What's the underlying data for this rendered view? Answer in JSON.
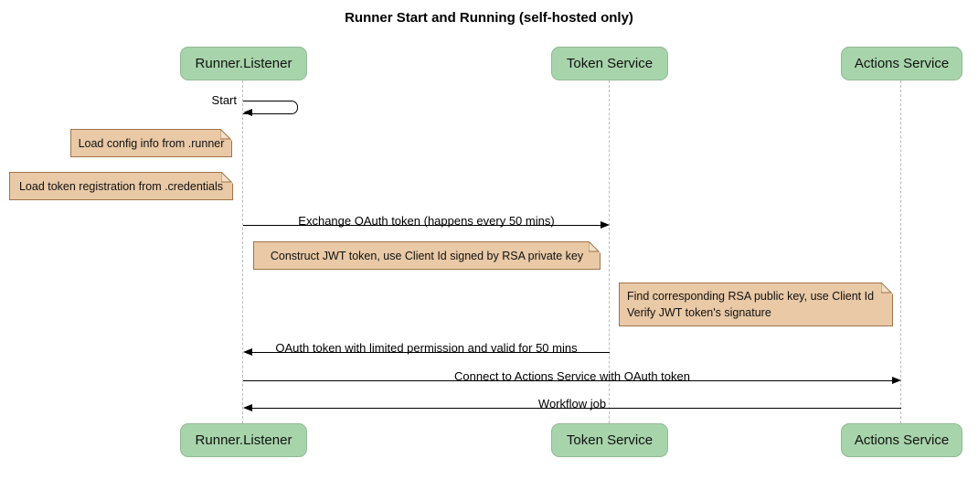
{
  "title": "Runner Start and Running (self-hosted only)",
  "participants": [
    {
      "label": "Runner.Listener"
    },
    {
      "label": "Token Service"
    },
    {
      "label": "Actions Service"
    }
  ],
  "messages": [
    {
      "label": "Start",
      "from": "Runner.Listener",
      "to": "Runner.Listener",
      "type": "self"
    },
    {
      "label": "Exchange OAuth token (happens every 50 mins)",
      "from": "Runner.Listener",
      "to": "Token Service",
      "type": "solid"
    },
    {
      "label": "OAuth token with limited permission and valid for 50 mins",
      "from": "Token Service",
      "to": "Runner.Listener",
      "type": "solid"
    },
    {
      "label": "Connect to Actions Service with OAuth token",
      "from": "Runner.Listener",
      "to": "Actions Service",
      "type": "solid"
    },
    {
      "label": "Workflow job",
      "from": "Actions Service",
      "to": "Runner.Listener",
      "type": "solid"
    }
  ],
  "notes": [
    {
      "lines": [
        "Load config info from .runner"
      ],
      "anchor": "left of Runner.Listener"
    },
    {
      "lines": [
        "Load token registration from .credentials"
      ],
      "anchor": "left of Runner.Listener"
    },
    {
      "lines": [
        "Construct JWT token, use Client Id signed by RSA private key"
      ],
      "anchor": "right of Runner.Listener"
    },
    {
      "lines": [
        "Find corresponding RSA public key, use Client Id",
        "Verify JWT token's signature"
      ],
      "anchor": "right of Token Service"
    }
  ],
  "colors": {
    "actor_fill": "#A8D4AB",
    "actor_border": "#90B894",
    "note_fill": "#E9C9A6",
    "note_border": "#A0744A",
    "fold_fill": "#F2E0C6",
    "lifeline": "#BBBBBB",
    "arrow": "#000000"
  }
}
